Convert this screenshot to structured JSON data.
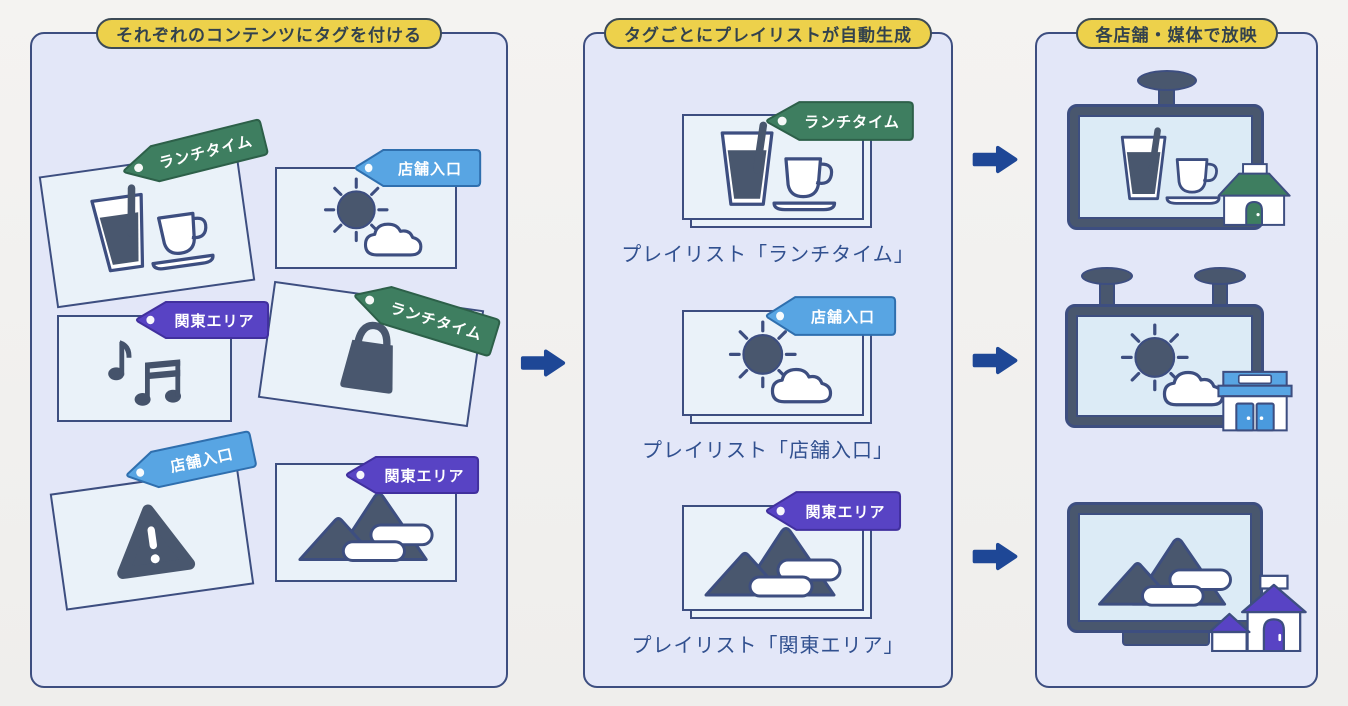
{
  "panels": [
    {
      "title": "それぞれのコンテンツにタグを付ける"
    },
    {
      "title": "タグごとにプレイリストが自動生成"
    },
    {
      "title": "各店舗・媒体で放映"
    }
  ],
  "tags": {
    "lunch": {
      "label": "ランチタイム",
      "color": "#3e7e60"
    },
    "entrance": {
      "label": "店舗入口",
      "color": "#58a5e3"
    },
    "kanto": {
      "label": "関東エリア",
      "color": "#5843c4"
    }
  },
  "content_cards": [
    {
      "icon": "drink-and-cup-icon",
      "tag": "ランチタイム"
    },
    {
      "icon": "sun-and-cloud-icon",
      "tag": "店舗入口"
    },
    {
      "icon": "music-notes-icon",
      "tag": "関東エリア"
    },
    {
      "icon": "shopping-bag-icon",
      "tag": "ランチタイム"
    },
    {
      "icon": "warning-triangle-icon",
      "tag": "店舗入口"
    },
    {
      "icon": "mountains-icon",
      "tag": "関東エリア"
    }
  ],
  "playlists": [
    {
      "tag": "ランチタイム",
      "icon": "drink-and-cup-icon",
      "caption": "プレイリスト「ランチタイム」"
    },
    {
      "tag": "店舗入口",
      "icon": "sun-and-cloud-icon",
      "caption": "プレイリスト「店舗入口」"
    },
    {
      "tag": "関東エリア",
      "icon": "mountains-icon",
      "caption": "プレイリスト「関東エリア」"
    }
  ],
  "broadcasts": [
    {
      "display": "ceiling-mounted-display",
      "content": "drink-and-cup-icon",
      "venue": "green-shop-icon"
    },
    {
      "display": "hanging-signboard-display",
      "content": "sun-and-cloud-icon",
      "venue": "blue-store-icon"
    },
    {
      "display": "tv-on-stand-display",
      "content": "mountains-icon",
      "venue": "purple-house-icon"
    }
  ],
  "colors": {
    "badge_fill": "#edd14b",
    "panel_fill": "#e3e7f8",
    "panel_border": "#3d4e80",
    "tag_green": "#3e7e60",
    "tag_blue": "#58a5e3",
    "tag_purple": "#5843c4",
    "arrow": "#1e4796",
    "caption": "#31508f"
  }
}
